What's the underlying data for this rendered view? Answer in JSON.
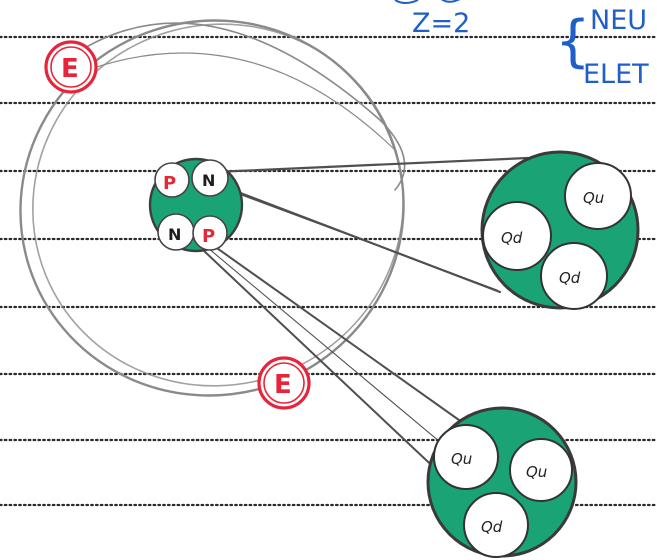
{
  "notes": {
    "z_label": "Z=2",
    "brace": "{",
    "line1": "NEU",
    "line2": "ELET"
  },
  "electrons": {
    "top": "E",
    "bottom": "E"
  },
  "nucleus": {
    "proton_top": "P",
    "neutron_top": "N",
    "neutron_bottom": "N",
    "proton_bottom": "P"
  },
  "neutron_zoom": {
    "quark_top": "Qu",
    "quark_left": "Qd",
    "quark_bottom": "Qd"
  },
  "proton_zoom": {
    "quark_left": "Qu",
    "quark_right": "Qu",
    "quark_bottom": "Qd"
  },
  "colors": {
    "ink_red": "#e8243a",
    "ink_blue": "#1f5fc7",
    "ink_green": "#1aa374",
    "pencil": "#8a8a8a"
  }
}
